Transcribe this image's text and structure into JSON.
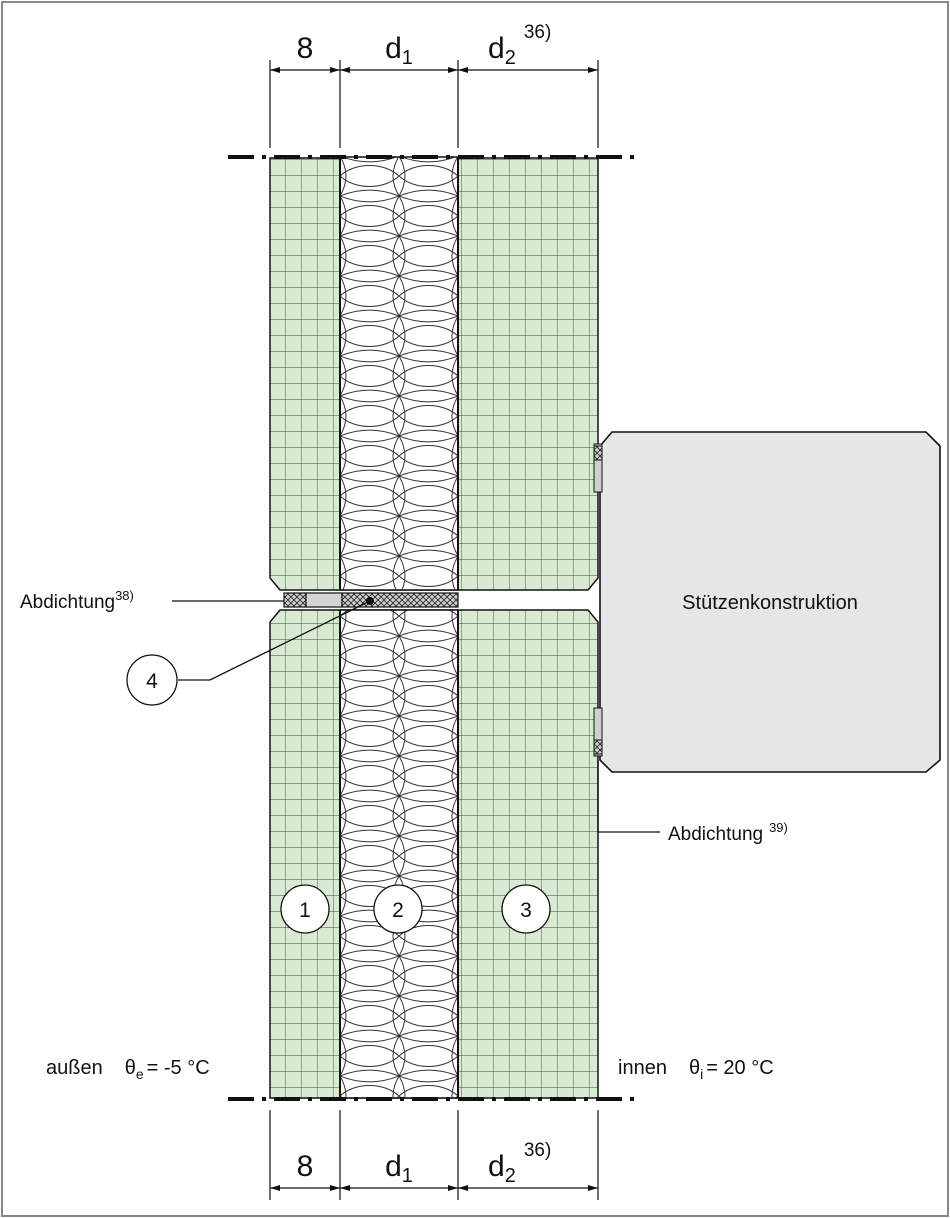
{
  "dimensions": {
    "top": {
      "outer": "8",
      "insul_base": "d",
      "insul_sub": "1",
      "inner_base": "d",
      "inner_sub": "2",
      "inner_note": "36)"
    },
    "bottom": {
      "outer": "8",
      "insul_base": "d",
      "insul_sub": "1",
      "inner_base": "d",
      "inner_sub": "2",
      "inner_note": "36)"
    }
  },
  "labels": {
    "seal_left": {
      "text": "Abdichtung",
      "note": "38)"
    },
    "seal_right": {
      "text": "Abdichtung",
      "note": "39)"
    },
    "column": "Stützenkonstruktion",
    "outside": {
      "word": "außen",
      "theta": "θ",
      "sub": "e",
      "value": "= -5 °C"
    },
    "inside": {
      "word": "innen",
      "theta": "θ",
      "sub": "i",
      "value": "= 20 °C"
    }
  },
  "markers": {
    "m1": "1",
    "m2": "2",
    "m3": "3",
    "m4": "4"
  },
  "colors": {
    "concrete_fill": "#d9ead3",
    "grid_line": "#3a4a3a",
    "insulation_fill": "#ffffff",
    "column_fill": "#e6e6e6",
    "frame": "#888888"
  }
}
